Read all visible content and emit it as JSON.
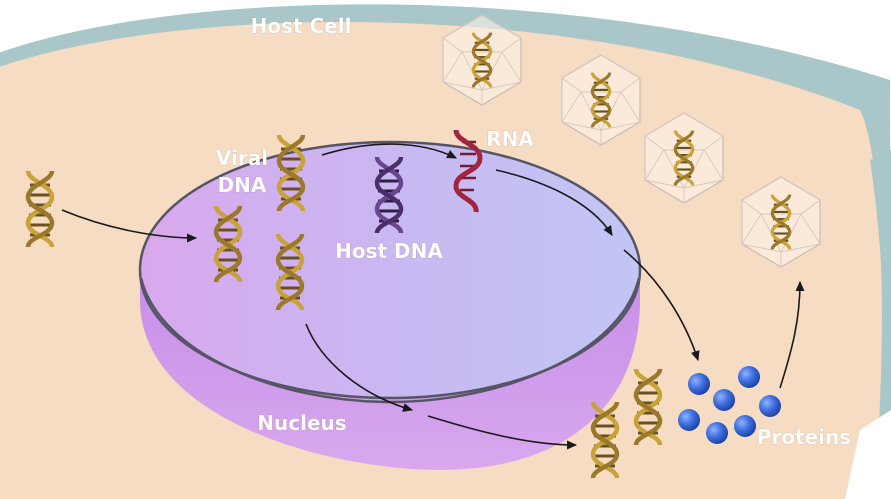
{
  "labels": {
    "host_cell": "Host Cell",
    "viral_dna_line1": "Viral",
    "viral_dna_line2": "DNA",
    "host_dna": "Host DNA",
    "rna": "RNA",
    "nucleus": "Nucleus",
    "proteins": "Proteins"
  },
  "colors": {
    "cytoplasm": "#f6dcc3",
    "cell_membrane": "#a9c7c9",
    "nucleus_top": "#c8b8f0",
    "nucleus_side": "#c98ae6",
    "viral_dna": "#c9a23a",
    "host_dna": "#5b3a7a",
    "rna": "#a3243e",
    "protein": "#2f5fd0",
    "arrow": "#1a1a1a"
  },
  "icons": [
    "viral-dna-helix-icon",
    "host-dna-helix-icon",
    "rna-strand-icon",
    "capsid-icon",
    "protein-sphere-icon"
  ]
}
